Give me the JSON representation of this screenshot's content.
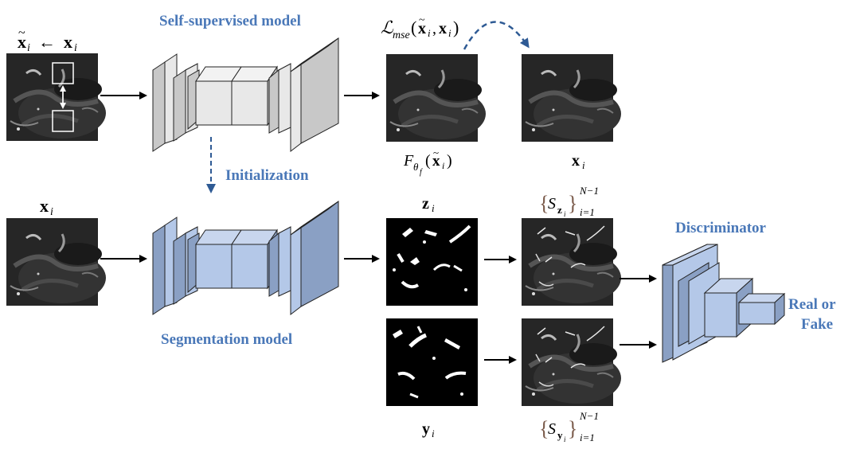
{
  "labels": {
    "self_supervised_model": "Self-supervised model",
    "initialization": "Initialization",
    "segmentation_model": "Segmentation model",
    "discriminator": "Discriminator",
    "real_or": "Real or",
    "fake": "Fake"
  },
  "math": {
    "x_tilde_base": "x",
    "tilde": "~",
    "sub_i": "i",
    "left_arrow": "←",
    "x_base": "x",
    "loss_L": "ℒ",
    "loss_sub": "mse",
    "loss_open": "(",
    "loss_comma": ",",
    "loss_close": ")",
    "F": "F",
    "theta": "θ",
    "sub_f": "f",
    "z_base": "z",
    "y_base": "y",
    "S": "S",
    "brace_open": "{",
    "brace_close": "}",
    "sup_N1": "N−1",
    "sub_i1": "i=1"
  },
  "colors": {
    "ssl_face": "#e8e8e8",
    "ssl_side": "#c8c8c8",
    "seg_face": "#b4c8e8",
    "seg_side": "#8aa0c4",
    "accent_blue": "#4a78b8",
    "dashed_arrow": "#2e5a94"
  }
}
